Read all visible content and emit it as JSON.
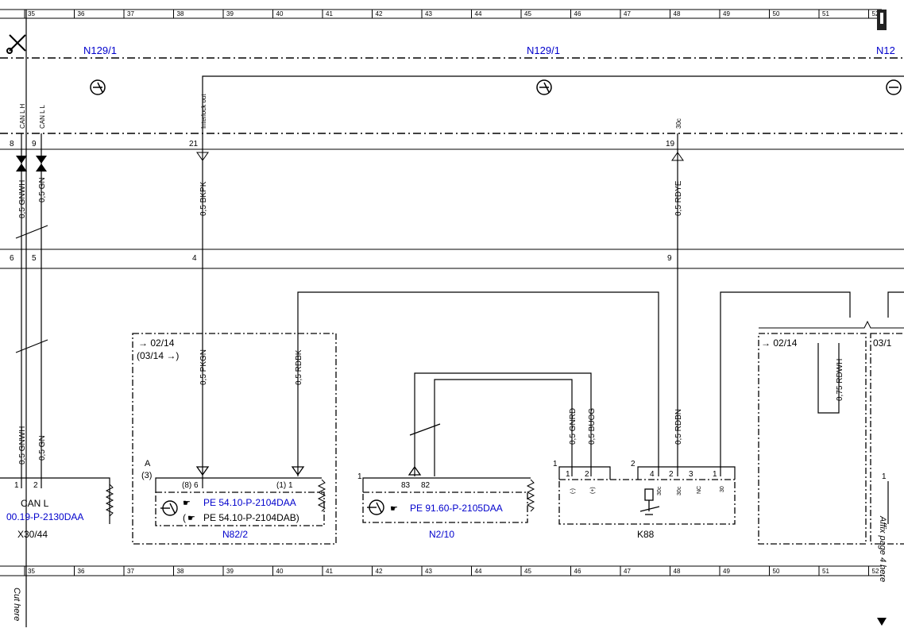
{
  "ruler": {
    "top_numbers": [
      "35",
      "36",
      "37",
      "38",
      "39",
      "40",
      "41",
      "42",
      "43",
      "44",
      "45",
      "46",
      "47",
      "48",
      "49",
      "50",
      "51",
      "52"
    ],
    "bottom_numbers": [
      "35",
      "36",
      "37",
      "38",
      "39",
      "40",
      "41",
      "42",
      "43",
      "44",
      "45",
      "46",
      "47",
      "48",
      "49",
      "50",
      "51",
      "52"
    ]
  },
  "modules": {
    "n129_left": "N129/1",
    "n129_mid": "N129/1",
    "n129_right": "N12"
  },
  "signals": {
    "can_h": "CAN L H",
    "can_l": "CAN L L",
    "interlock": "Interlock out",
    "s30c": "30c"
  },
  "pins": {
    "p8": "8",
    "p9": "9",
    "p21": "21",
    "p19": "19",
    "p6": "6",
    "p5": "5",
    "p4": "4",
    "p9b": "9",
    "x1": "1",
    "x2": "2",
    "n82_8": "(8) 6",
    "n82_1": "(1) 1",
    "n210_1": "1",
    "n210_83": "83",
    "n210_82": "82",
    "k88_1": "1",
    "k88_p1": "1",
    "k88_p2": "2",
    "k88_2": "2",
    "k88_4": "4",
    "k88_p2b": "2",
    "k88_3": "3",
    "k88_p1b": "1",
    "right_1": "1"
  },
  "k88_pin_labels": {
    "minus": "(-)",
    "plus": "(+)",
    "c30": "30c",
    "c30b": "30c",
    "nc": "NC",
    "c30c": "30"
  },
  "wires": {
    "w_gnwh_top": "0,5 GNWH",
    "w_gn_top": "0,5 GN",
    "w_bkpk": "0,5 BKPK",
    "w_rdye": "0,5 RDYE",
    "w_pkgn": "0,5 PKGN",
    "w_rdbk": "0,5 RDBK",
    "w_gnrd": "0,5 GNRD",
    "w_buog": "0,5 BUOG",
    "w_rdbn": "0,5 RDBN",
    "w_rdwh": "0,75 RDWH",
    "w_gnwh_bot": "0,5 GNWH",
    "w_gn_bot": "0,5 GN"
  },
  "boxes": {
    "n82_range1": "02/14",
    "n82_range2": "(03/14",
    "right_range1": "02/14",
    "right_range2": "03/1",
    "n82_a": "A",
    "n82_a3": "(3)"
  },
  "references": {
    "x30_can": "CAN L",
    "x30_doc": "00.19-P-2130DAA",
    "x30_name": "X30/44",
    "n82_doc1": "PE 54.10-P-2104DAA",
    "n82_doc2": "PE 54.10-P-2104DAB)",
    "n82_doc2_open": "(",
    "n82_name": "N82/2",
    "n210_doc": "PE 91.60-P-2105DAA",
    "n210_name": "N2/10",
    "k88_name": "K88"
  },
  "side_text": {
    "cut_here": "Cut here",
    "affix": "Affix page 4 here"
  },
  "colors": {
    "link_blue": "#0000cc",
    "line_black": "#000000"
  }
}
